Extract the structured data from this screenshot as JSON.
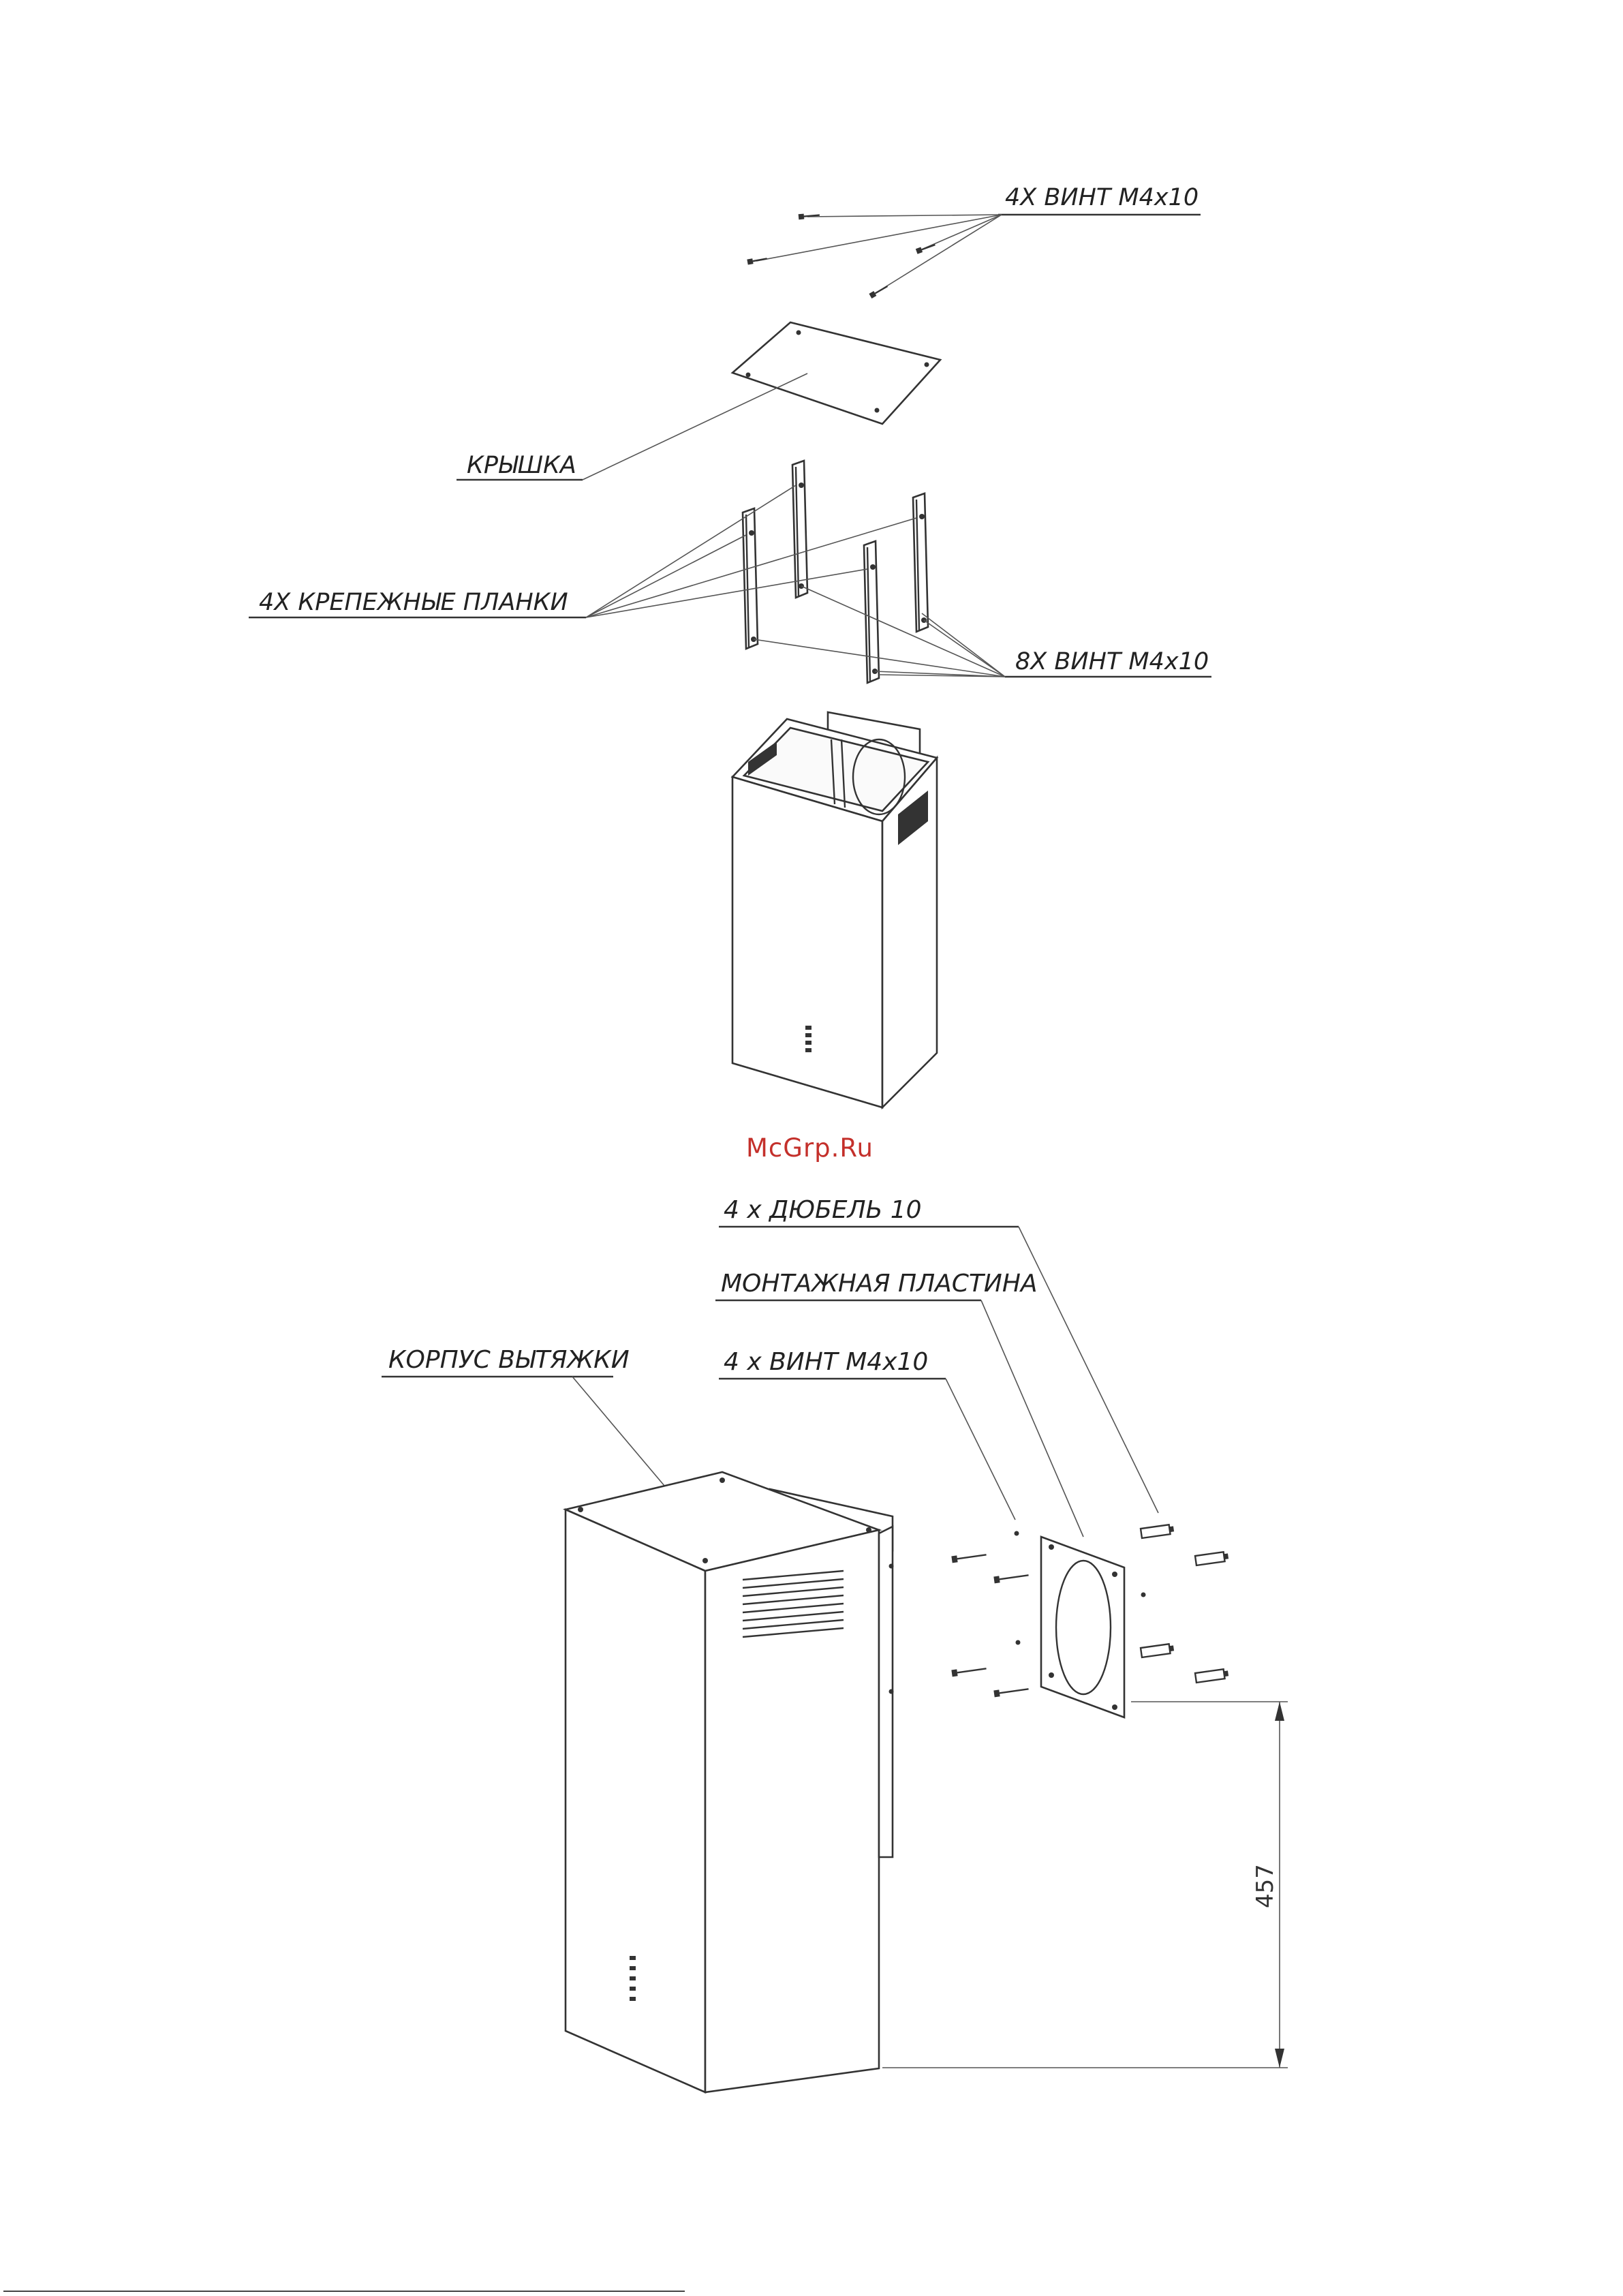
{
  "top_assembly": {
    "labels": {
      "screws_top": "4X ВИНТ М4x10",
      "cover": "КРЫШКА",
      "brackets": "4X КРЕПЕЖНЫЕ ПЛАНКИ",
      "screws_brackets": "8X ВИНТ М4x10"
    }
  },
  "watermark": "McGrp.Ru",
  "bottom_assembly": {
    "labels": {
      "dowels": "4 x ДЮБЕЛЬ 10",
      "mounting_plate": "МОНТАЖНАЯ ПЛАСТИНА",
      "screws": "4 x ВИНТ М4x10",
      "hood_body": "КОРПУС ВЫТЯЖКИ"
    },
    "dimension": "457"
  },
  "colors": {
    "line": "#333333",
    "watermark": "#c4302b"
  }
}
